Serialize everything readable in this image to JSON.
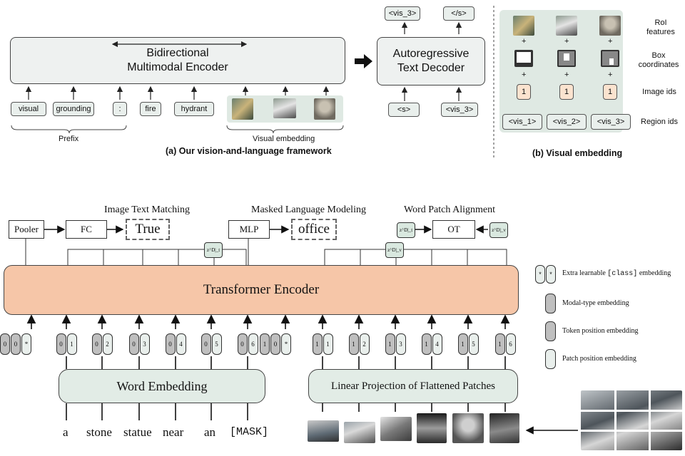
{
  "top": {
    "encoder_label_1": "Bidirectional",
    "encoder_label_2": "Multimodal Encoder",
    "decoder_label_1": "Autoregressive",
    "decoder_label_2": "Text Decoder",
    "prefix_tokens": [
      "visual",
      "grounding",
      ":",
      "fire",
      "hydrant"
    ],
    "prefix_label": "Prefix",
    "visual_embedding_label": "Visual embedding",
    "decoder_inputs": [
      "<s>",
      "<vis_3>"
    ],
    "decoder_outputs": [
      "<vis_3>",
      "</s>"
    ],
    "caption_a": "(a) Our vision-and-language framework",
    "caption_b": "(b) Visual embedding",
    "row_labels": [
      "RoI features",
      "Box coordinates",
      "Image ids",
      "Region ids"
    ],
    "image_id_value": "1",
    "region_ids": [
      "<vis_1>",
      "<vis_2>",
      "<vis_3>"
    ],
    "plus": "+"
  },
  "bottom": {
    "transformer_label": "Transformer Encoder",
    "pooler": "Pooler",
    "fc": "FC",
    "mlp": "MLP",
    "ot": "OT",
    "itm_title": "Image Text Matching",
    "mlm_title": "Masked Language Modeling",
    "wpa_title": "Word Patch Alignment",
    "itm_output": "True",
    "mlm_output": "office",
    "word_embedding": "Word Embedding",
    "linear_projection": "Linear Projection of Flattened Patches",
    "words": [
      "a",
      "stone",
      "statue",
      "near",
      "an",
      "[MASK]"
    ],
    "token_groups": [
      [
        "0",
        "0",
        "*"
      ],
      [
        "0",
        "1"
      ],
      [
        "0",
        "2"
      ],
      [
        "0",
        "3"
      ],
      [
        "0",
        "4"
      ],
      [
        "0",
        "5"
      ],
      [
        "0",
        "6"
      ],
      [
        "1",
        "0",
        "*"
      ],
      [
        "1",
        "1"
      ],
      [
        "1",
        "2"
      ],
      [
        "1",
        "3"
      ],
      [
        "1",
        "4"
      ],
      [
        "1",
        "5"
      ],
      [
        "1",
        "6"
      ]
    ],
    "zt_label": "z^D|_t",
    "zv_label": "z^D|_v",
    "legend": {
      "star": "*",
      "class_prefix": "Extra learnable ",
      "class_code": "[class]",
      "class_suffix": " embedding",
      "modal": "Modal-type embedding",
      "token_pos": "Token position embedding",
      "patch_pos": "Patch position embedding"
    }
  },
  "colors": {
    "transformer_fill": "#f6c6a8",
    "box_fill": "#eef1f0",
    "token_fill": "#e9efec",
    "grey_token": "#bfbfbf",
    "orange_id": "#fbe3cf"
  }
}
